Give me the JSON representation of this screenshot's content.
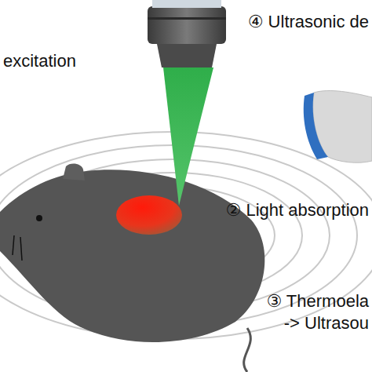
{
  "diagram": {
    "labels": [
      "excitation",
      "④ Ultrasonic de",
      "② Light absorption",
      "③ Thermoela",
      "-> Ultrasou"
    ]
  }
}
